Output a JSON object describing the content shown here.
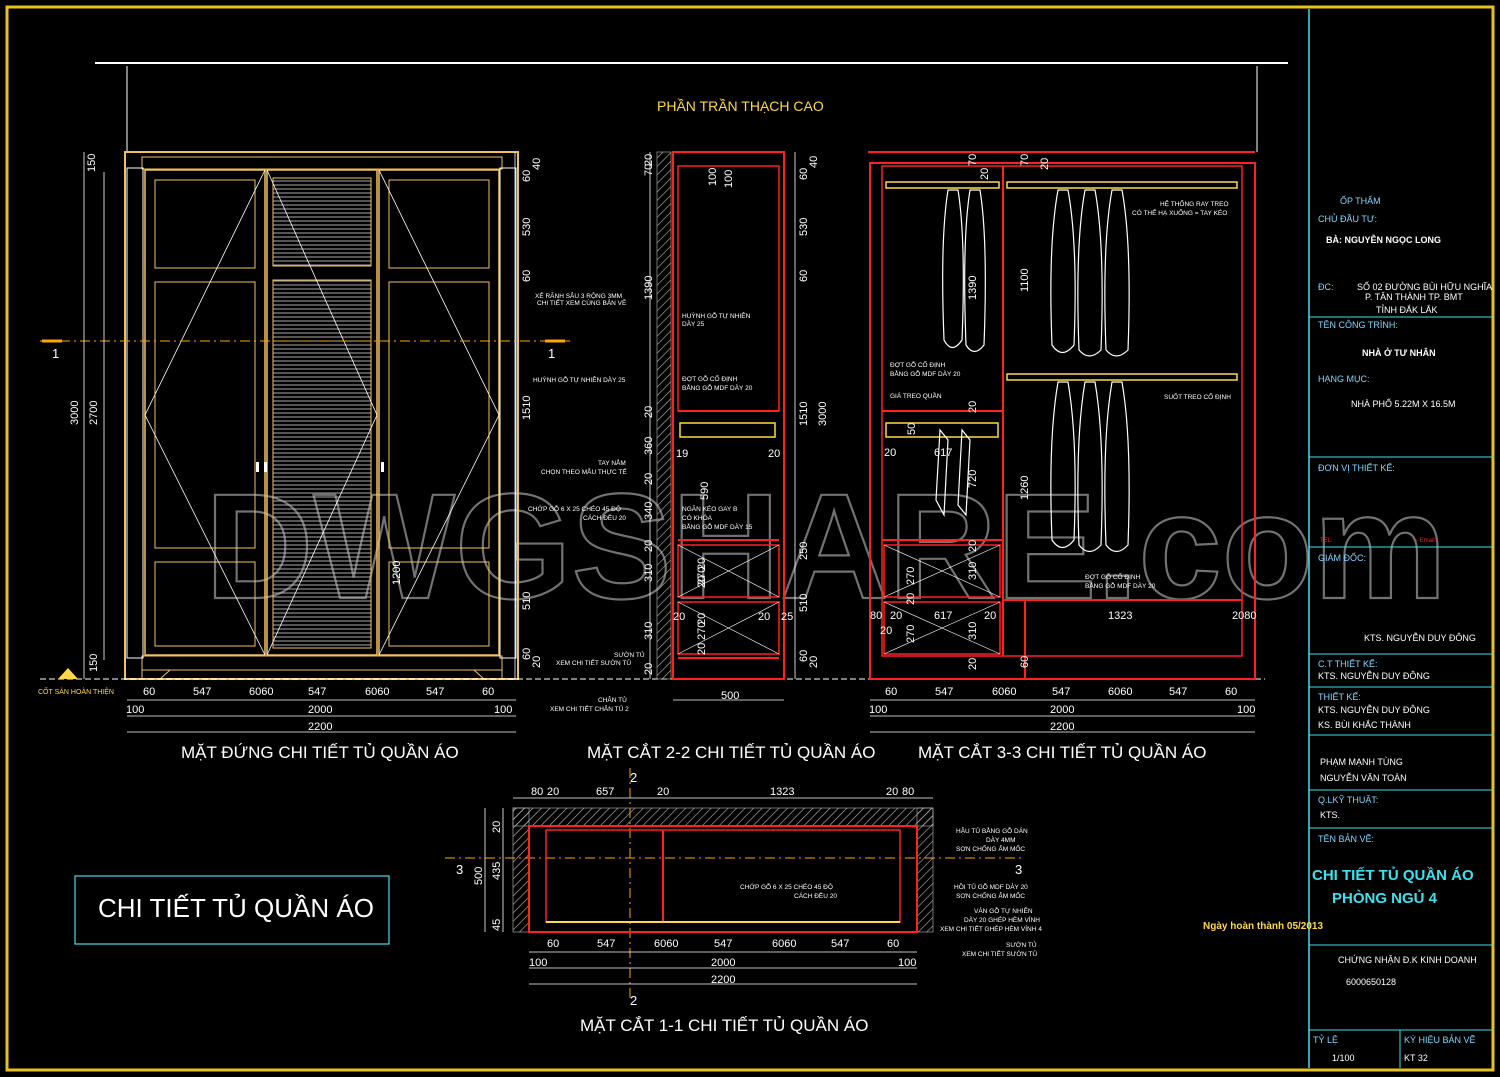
{
  "colors": {
    "frame": "#e8c21c",
    "red": "#ff2020",
    "yellow": "#ffd84a",
    "cyan": "#3fe0f0",
    "white": "#ffffff",
    "background": "#000000"
  },
  "ceiling_label": "PHẦN TRẦN THẠCH CAO",
  "watermark": "DWGSHARE.com",
  "floor_label": "CỐT SÀN HOÀN THIỆN",
  "section_marks": {
    "s1": "1",
    "s2": "2",
    "s3": "3"
  },
  "view_titles": {
    "elevation": "MẶT ĐỨNG CHI TIẾT TỦ QUẦN ÁO",
    "section22": "MẶT CẮT 2-2 CHI TIẾT TỦ QUẦN ÁO",
    "section33": "MẶT CẮT 3-3 CHI TIẾT TỦ QUẦN ÁO",
    "section11": "MẶT CẮT 1-1 CHI TIẾT TỦ QUẦN ÁO"
  },
  "main_title": "CHI TIẾT TỦ QUẦN ÁO",
  "elevation_dims": {
    "bottom_row1": [
      "60",
      "547",
      "6060",
      "547",
      "6060",
      "547",
      "60"
    ],
    "bottom_row2": [
      "100",
      "2000",
      "100"
    ],
    "bottom_row3": "2200",
    "left": [
      "150",
      "3000",
      "2700",
      "150"
    ],
    "door_height": "1200"
  },
  "elevation_notes": [
    "XẺ RÃNH SÂU 3 RỘNG 3MM",
    "CHI TIẾT XEM CÙNG BẢN VẼ",
    "HUỲNH GỖ TỰ NHIÊN DÀY 25",
    "TAY NẮM",
    "CHỌN THEO MẪU THỰC TẾ",
    "CHỚP GỖ 6 X 25 CHÉO 45 ĐỘ",
    "CÁCH ĐỀU 20",
    "SƯỜN TỦ",
    "XEM CHI TIẾT SƯỜN TỦ",
    "CHÂN TỦ",
    "XEM CHI TIẾT CHÂN TỦ 2"
  ],
  "section22_dims": {
    "left": [
      "60",
      "40",
      "530",
      "60",
      "1510",
      "20",
      "590",
      "340",
      "20",
      "310",
      "20",
      "510",
      "310",
      "20",
      "60",
      "20"
    ],
    "right": [
      "70",
      "20",
      "1390",
      "360",
      "20",
      "20",
      "270",
      "20",
      "270",
      "20"
    ],
    "right2": [
      "60",
      "40",
      "530",
      "60",
      "1510",
      "3000",
      "250",
      "510",
      "60",
      "20"
    ],
    "top": [
      "100",
      "100"
    ],
    "width": "500",
    "mid": [
      "19",
      "20",
      "20",
      "20",
      "25"
    ]
  },
  "section22_notes": [
    "HUỲNH GỖ TỰ NHIÊN",
    "DÀY 25",
    "ĐỢT GỖ CỐ ĐỊNH",
    "BẰNG GỖ MDF DÀY 20",
    "NGĂN KÉO GAY B",
    "CÓ KHÓA",
    "BẰNG GỖ MDF DÀY 15"
  ],
  "section33_dims": {
    "bottom_row1": [
      "60",
      "547",
      "6060",
      "547",
      "6060",
      "547",
      "60"
    ],
    "bottom_row2": [
      "100",
      "2000",
      "100"
    ],
    "bottom_row3": "2200",
    "inner": [
      "617",
      "617",
      "1323"
    ],
    "vertical": [
      "70",
      "20",
      "1390",
      "70",
      "20",
      "1100",
      "720",
      "1260",
      "310",
      "20",
      "310",
      "20",
      "270",
      "20",
      "270"
    ],
    "small": [
      "80",
      "20",
      "20",
      "20",
      "20",
      "2080",
      "60",
      "50",
      "20"
    ]
  },
  "section33_notes": [
    "HỆ THỐNG RAY TREO",
    "CÓ THỂ HẠ XUỐNG = TAY KÉO",
    "ĐỢT GỖ CỐ ĐỊNH",
    "BẰNG GỖ MDF DÀY 20",
    "GIÁ TREO QUẦN",
    "SUỐT TREO CỐ ĐỊNH",
    "ĐỢT GỖ CỐ ĐỊNH",
    "BẰNG GỖ MDF DÀY 20"
  ],
  "section11_dims": {
    "top": [
      "80",
      "20",
      "657",
      "20",
      "1323",
      "20",
      "80"
    ],
    "left": [
      "20",
      "435",
      "500",
      "45"
    ],
    "bottom_row1": [
      "60",
      "547",
      "6060",
      "547",
      "6060",
      "547",
      "60"
    ],
    "bottom_row2": [
      "100",
      "2000",
      "100"
    ],
    "bottom_row3": "2200"
  },
  "section11_notes": [
    "HẬU TỦ BẰNG GỖ DÁN",
    "DÀY 4MM",
    "SƠN CHỐNG ẨM MỐC",
    "CHỚP GỖ 6 X 25 CHÉO 45 ĐỘ",
    "CÁCH ĐỀU 20",
    "HỒI TỦ GỖ MDF DÀY 20",
    "SƠN CHỐNG ẨM MỐC",
    "VÁN GỖ TỰ NHIÊN",
    "DÀY 20 GHÉP HÈM VÍNH",
    "XEM CHI TIẾT GHÉP HÈM VÍNH 4",
    "SƯỜN TỦ",
    "XEM CHI TIẾT SƯỜN TỦ"
  ],
  "completion_date": "Ngày hoàn thành 05/2013",
  "title_block": {
    "stamp": "ỐP THẨM",
    "owner_label": "CHỦ ĐẦU TƯ:",
    "owner": "BÀ: NGUYỄN  NGỌC LONG",
    "address_label": "ĐC:",
    "address1": "SỐ 02 ĐƯỜNG BÙI HỮU NGHĨA",
    "address2": "P. TÂN THÀNH TP. BMT",
    "address3": "TỈNH ĐẮK LẮK",
    "project_label": "TÊN CÔNG TRÌNH:",
    "project": "NHÀ Ở TƯ NHÂN",
    "item_label": "HẠNG MỤC:",
    "item": "NHÀ PHỐ 5.22M X 16.5M",
    "design_unit_label": "ĐƠN VỊ THIẾT KẾ:",
    "tel": "TEL:",
    "email": "- Email:",
    "director_label": "GIÁM ĐỐC:",
    "director": "KTS. NGUYỄN DUY ĐÔNG",
    "chief_label": "C.T THIẾT KẾ:",
    "chief": "KTS. NGUYỄN DUY ĐÔNG",
    "designer_label": "THIẾT KẾ:",
    "designer1": "KTS. NGUYỄN DUY ĐÔNG",
    "designer2": "KS. BÙI KHẮC THÀNH",
    "drafter1": "PHẠM MẠNH TÙNG",
    "drafter2": "NGUYỄN VĂN TOÀN",
    "qc_label": "Q.LKỸ THUẬT:",
    "qc": "KTS.",
    "drawing_label": "TÊN BẢN VẼ:",
    "drawing1": "CHI TIẾT TỦ QUẦN ÁO",
    "drawing2": "PHÒNG NGỦ 4",
    "license_label": "CHỨNG NHẬN Đ.K KINH DOANH",
    "license": "6000650128",
    "scale_label": "TỶ LỆ",
    "scale": "1/100",
    "sheet_label": "KÝ HIỆU BẢN VẼ",
    "sheet": "KT 32"
  }
}
